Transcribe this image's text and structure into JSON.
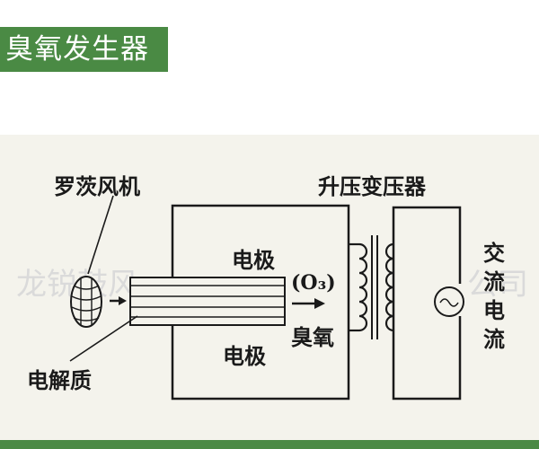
{
  "title": "臭氧发生器",
  "labels": {
    "fan": "罗茨风机",
    "transformer": "升压变压器",
    "electrode_top": "电极",
    "electrode_bottom": "电极",
    "ozone_formula": "(O₃)",
    "ozone_name": "臭氧",
    "electrolyte": "电解质",
    "ac_line1": "交",
    "ac_line2": "流",
    "ac_line3": "电",
    "ac_line4": "流"
  },
  "watermark": {
    "left": "龙锐鼓风",
    "right": "公司"
  },
  "colors": {
    "banner": "#4a8a44",
    "diagram_bg": "#f4f3ec",
    "line": "#1a1a1a"
  }
}
